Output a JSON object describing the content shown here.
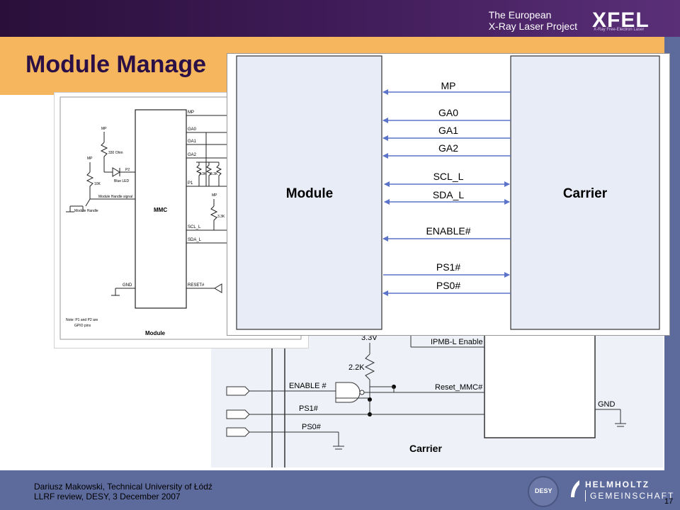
{
  "header": {
    "project_line1": "The European",
    "project_line2": "X-Ray Laser Project",
    "logo_text": "XFEL",
    "logo_subtext": "X-Ray Free-Electron Laser"
  },
  "slide": {
    "title": "Module Manage",
    "page_number": "17"
  },
  "footer": {
    "line1": "Dariusz Makowski, Technical University of Łódź",
    "line2": "LLRF review, DESY, 3 December 2007",
    "desy_logo": "DESY",
    "helmholtz_line1": "HELMHOLTZ",
    "helmholtz_line2": "GEMEINSCHAFT"
  },
  "schematic_module": {
    "signals": [
      "MP",
      "GA0",
      "GA1",
      "GA2",
      "P1",
      "SCL_L",
      "SDA_L",
      "RESET#"
    ],
    "chip": "MMC",
    "resistor_330": "330 Ohm",
    "led": "Blue LED",
    "p2": "P2",
    "mp": "MP",
    "r10k": "10K",
    "handle_signal": "Module Handle signal",
    "handle": "Module Handle",
    "r33k": "3.3K",
    "gnd": "GND",
    "note1": "Note: P1 and P2 are",
    "note2": "GPIO pins",
    "label": "Module"
  },
  "schematic_carrier": {
    "v33": "3.3V",
    "r22k": "2.2K",
    "ipmb": "IPMB-L Enable",
    "enable": "ENABLE #",
    "reset_mmc": "Reset_MMC#",
    "ps1": "PS1#",
    "ps0": "PS0#",
    "gnd": "GND",
    "label": "Carrier"
  },
  "block_diagram": {
    "module_label": "Module",
    "carrier_label": "Carrier",
    "signals": [
      "MP",
      "GA0",
      "GA1",
      "GA2",
      "SCL_L",
      "SDA_L",
      "ENABLE#",
      "PS1#",
      "PS0#"
    ]
  },
  "colors": {
    "title_band": "#f6b65d",
    "top_bar": "#3d1a55",
    "block_fill": "#e8ecf7",
    "arrow": "#5b73c9"
  }
}
